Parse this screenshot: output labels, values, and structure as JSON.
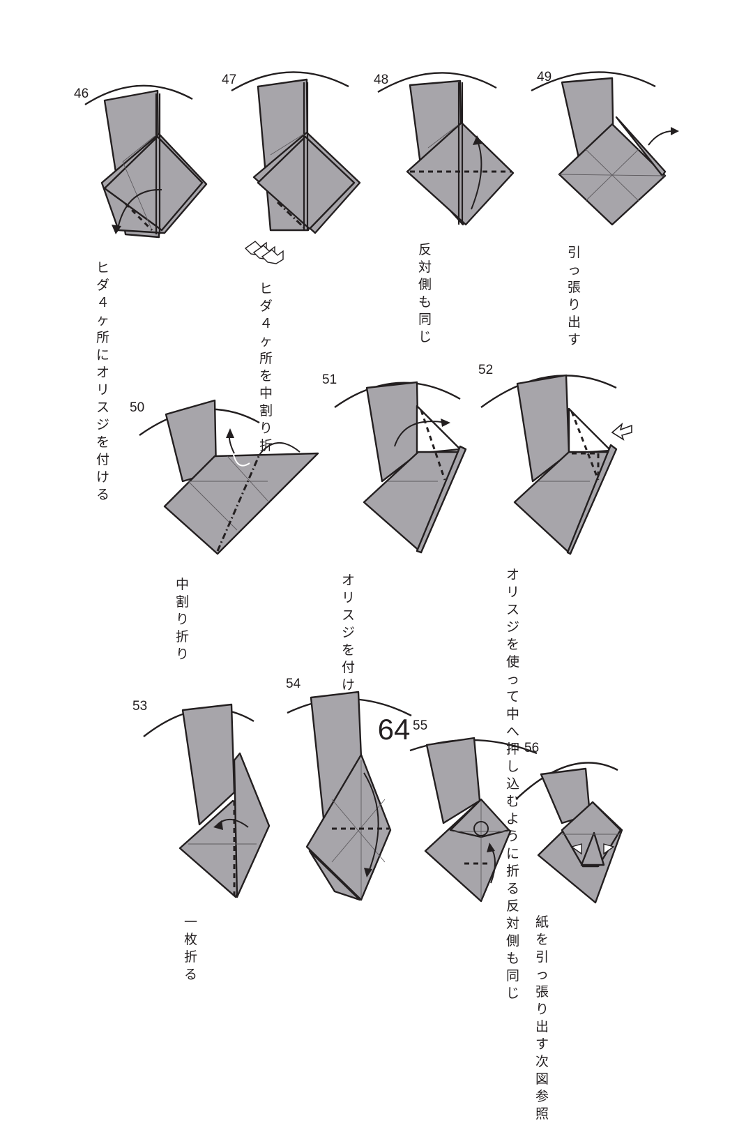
{
  "steps": [
    {
      "number": "46",
      "caption": "ヒダ４ヶ所に\nオリスジを付ける"
    },
    {
      "number": "47",
      "caption": "ヒダ４ヶ所を\n中割り折り"
    },
    {
      "number": "48",
      "caption": "反対側も同じ"
    },
    {
      "number": "49",
      "caption": "引っ張り出す"
    },
    {
      "number": "50",
      "caption": "中割り折り"
    },
    {
      "number": "51",
      "caption": "オリスジを付ける\n反対側も同じ"
    },
    {
      "number": "52",
      "caption": "オリスジを使って\n中へ押し込むように\n折る\n反対側も同じ"
    },
    {
      "number": "53",
      "caption": "一枚折る"
    },
    {
      "number": "54",
      "caption": ""
    },
    {
      "number": "55",
      "caption": ""
    },
    {
      "number": "56",
      "caption": "紙を引っ張り出す\n次図参照"
    }
  ],
  "page_number": "64",
  "colors": {
    "paper": "#a7a5aa",
    "line": "#231f20",
    "background": "#ffffff"
  }
}
